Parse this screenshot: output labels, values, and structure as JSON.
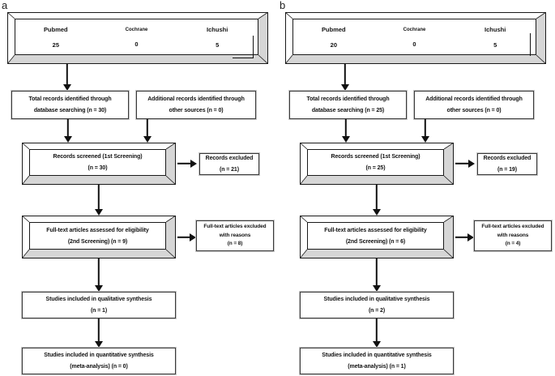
{
  "colors": {
    "line": "#1a1a1a",
    "bevel_gray": "#d6d6d6"
  },
  "panels": [
    {
      "label": "a",
      "sources": {
        "columns": [
          {
            "name": "Pubmed",
            "count": "25"
          },
          {
            "name": "Cochrane",
            "count": "0"
          },
          {
            "name": "Ichushi",
            "count": "5"
          }
        ],
        "mark": "corner"
      },
      "total_records": {
        "line1": "Total records identified through",
        "line2": "database searching (n = 30)"
      },
      "additional_records": {
        "line1": "Additional records identified through",
        "line2": "other sources (n = 0)"
      },
      "screened": {
        "line1": "Records screened (1st Screening)",
        "line2": "(n = 30)"
      },
      "records_excluded": {
        "line1": "Records excluded",
        "line2": "(n = 21)"
      },
      "fulltext": {
        "line1": "Full-text articles assessed for eligibility",
        "line2": "(2nd Screening) (n = 9)"
      },
      "fulltext_excluded": {
        "line1": "Full-text articles excluded",
        "line2": "with reasons",
        "line3": "(n = 8)"
      },
      "qualitative": {
        "line1": "Studies included in qualitative synthesis",
        "line2": "(n = 1)"
      },
      "quantitative": {
        "line1": "Studies included in quantitative synthesis",
        "line2": "(meta-analysis) (n = 0)"
      }
    },
    {
      "label": "b",
      "sources": {
        "columns": [
          {
            "name": "Pubmed",
            "count": "20"
          },
          {
            "name": "Cochrane",
            "count": "0"
          },
          {
            "name": "Ichushi",
            "count": "5"
          }
        ],
        "mark": "vline"
      },
      "total_records": {
        "line1": "Total records identified through",
        "line2": "database searching (n = 25)"
      },
      "additional_records": {
        "line1": "Additional records identified through",
        "line2": "other sources (n = 0)"
      },
      "screened": {
        "line1": "Records screened (1st Screening)",
        "line2": "(n = 25)"
      },
      "records_excluded": {
        "line1": "Records excluded",
        "line2": "(n = 19)"
      },
      "fulltext": {
        "line1": "Full-text articles assessed for eligibility",
        "line2": "(2nd Screening) (n = 6)"
      },
      "fulltext_excluded": {
        "line1": "Full-text articles excluded",
        "line2": "with reasons",
        "line3": "(n = 4)"
      },
      "qualitative": {
        "line1": "Studies included in qualitative synthesis",
        "line2": "(n = 2)"
      },
      "quantitative": {
        "line1": "Studies included in quantitative synthesis",
        "line2": "(meta-analysis) (n = 1)"
      }
    }
  ]
}
